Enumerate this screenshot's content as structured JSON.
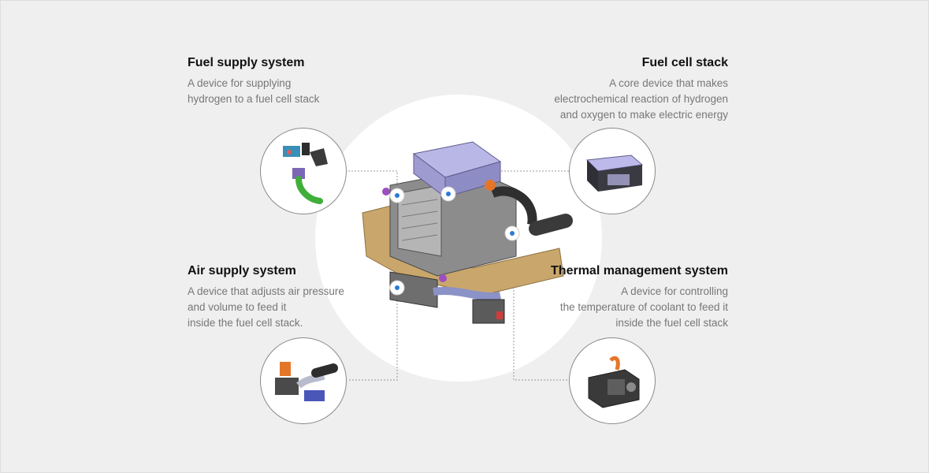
{
  "sections": {
    "fuel_supply": {
      "title": "Fuel supply system",
      "lines": [
        "A device for supplying",
        "hydrogen to a fuel cell stack"
      ],
      "icon": "fuel-supply-component-icon"
    },
    "fuel_cell_stack": {
      "title": "Fuel cell stack",
      "lines": [
        "A core device that makes",
        "electrochemical reaction of hydrogen",
        "and oxygen to make electric energy"
      ],
      "icon": "fuel-cell-stack-icon"
    },
    "air_supply": {
      "title": "Air supply system",
      "lines": [
        "A device that adjusts air pressure",
        "and volume to feed it",
        "inside the fuel cell stack."
      ],
      "icon": "air-supply-component-icon"
    },
    "thermal_management": {
      "title": "Thermal management system",
      "lines": [
        "A device for controlling",
        "the temperature of coolant to feed it",
        "inside the fuel cell stack"
      ],
      "icon": "thermal-management-component-icon"
    }
  },
  "colors": {
    "background": "#efefef",
    "circle": "#ffffff",
    "title": "#111111",
    "description": "#777777",
    "stack_top": "#b9b7e6",
    "frame_bronze": "#c9a66b",
    "marker_blue": "#2a7bd6",
    "coolant_orange": "#e4762a",
    "hose_green": "#3fae3a"
  }
}
